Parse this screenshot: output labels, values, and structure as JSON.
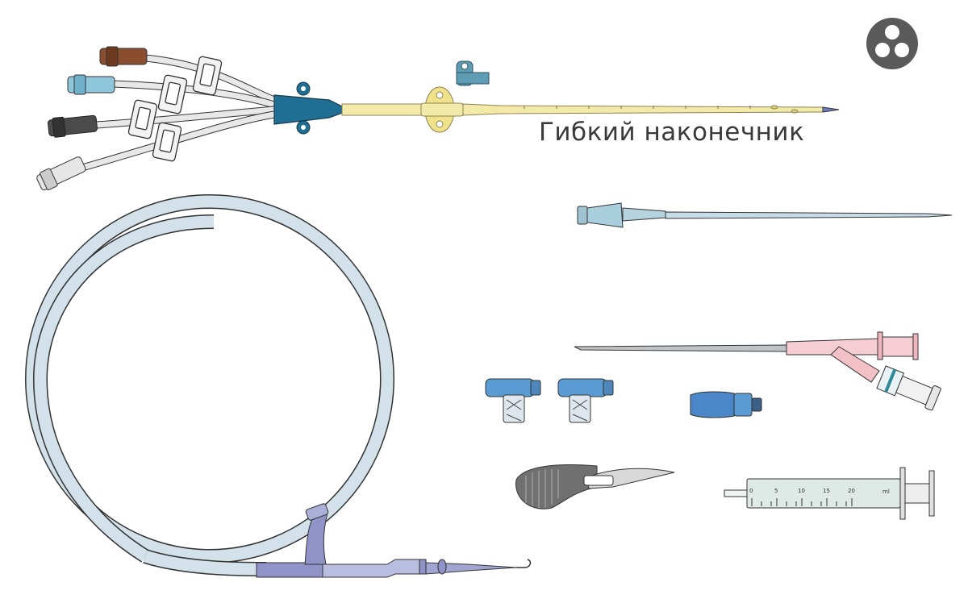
{
  "caption": "Гибкий наконечник",
  "syringe": {
    "scale_labels": [
      "0",
      "5",
      "10",
      "15",
      "20"
    ],
    "unit": "ml"
  },
  "icons": {
    "lumen": "multi-lumen-cross-section-icon"
  },
  "colors": {
    "catheter_body": "#f3e9a8",
    "hub": "#1f6f94",
    "guidewire": "#c9dbe4",
    "advancer": "#8f93c8",
    "introducer_hub": "#f0b6bf",
    "connector": "#5b9bd3",
    "cap_brown": "#8a4e2e",
    "cap_blue": "#8ec6dc",
    "cap_dark": "#4b4b4b",
    "cap_white": "#e6e6e6",
    "outline": "#333333"
  }
}
